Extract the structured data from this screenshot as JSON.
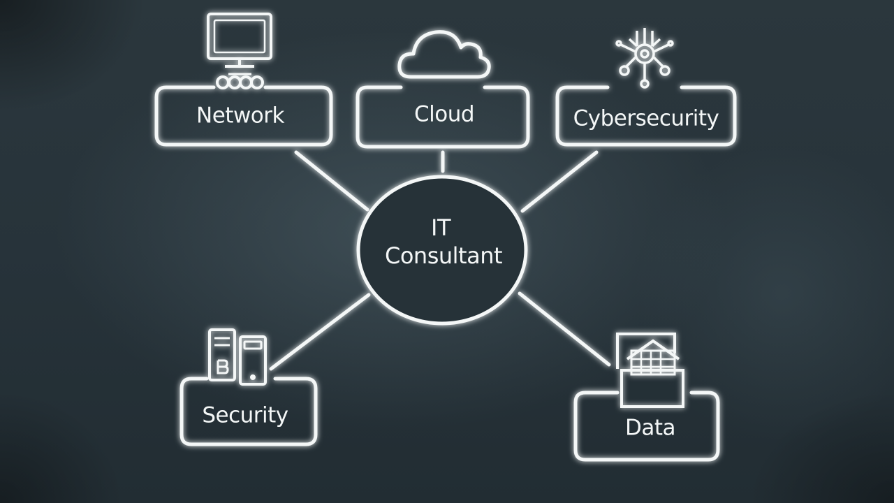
{
  "center": {
    "line1": "IT",
    "line2": "Consultant"
  },
  "nodes": [
    {
      "id": "network",
      "label": "Network",
      "icon": "computer-network-icon"
    },
    {
      "id": "cloud",
      "label": "Cloud",
      "icon": "cloud-icon"
    },
    {
      "id": "cybersecurity",
      "label": "Cybersecurity",
      "icon": "circuit-lock-icon"
    },
    {
      "id": "security",
      "label": "Security",
      "icon": "server-icon"
    },
    {
      "id": "data",
      "label": "Data",
      "icon": "data-box-icon"
    }
  ],
  "colors": {
    "background": "#263238",
    "chalk": "#f4f7f7",
    "glow": "#dfe9ec"
  }
}
